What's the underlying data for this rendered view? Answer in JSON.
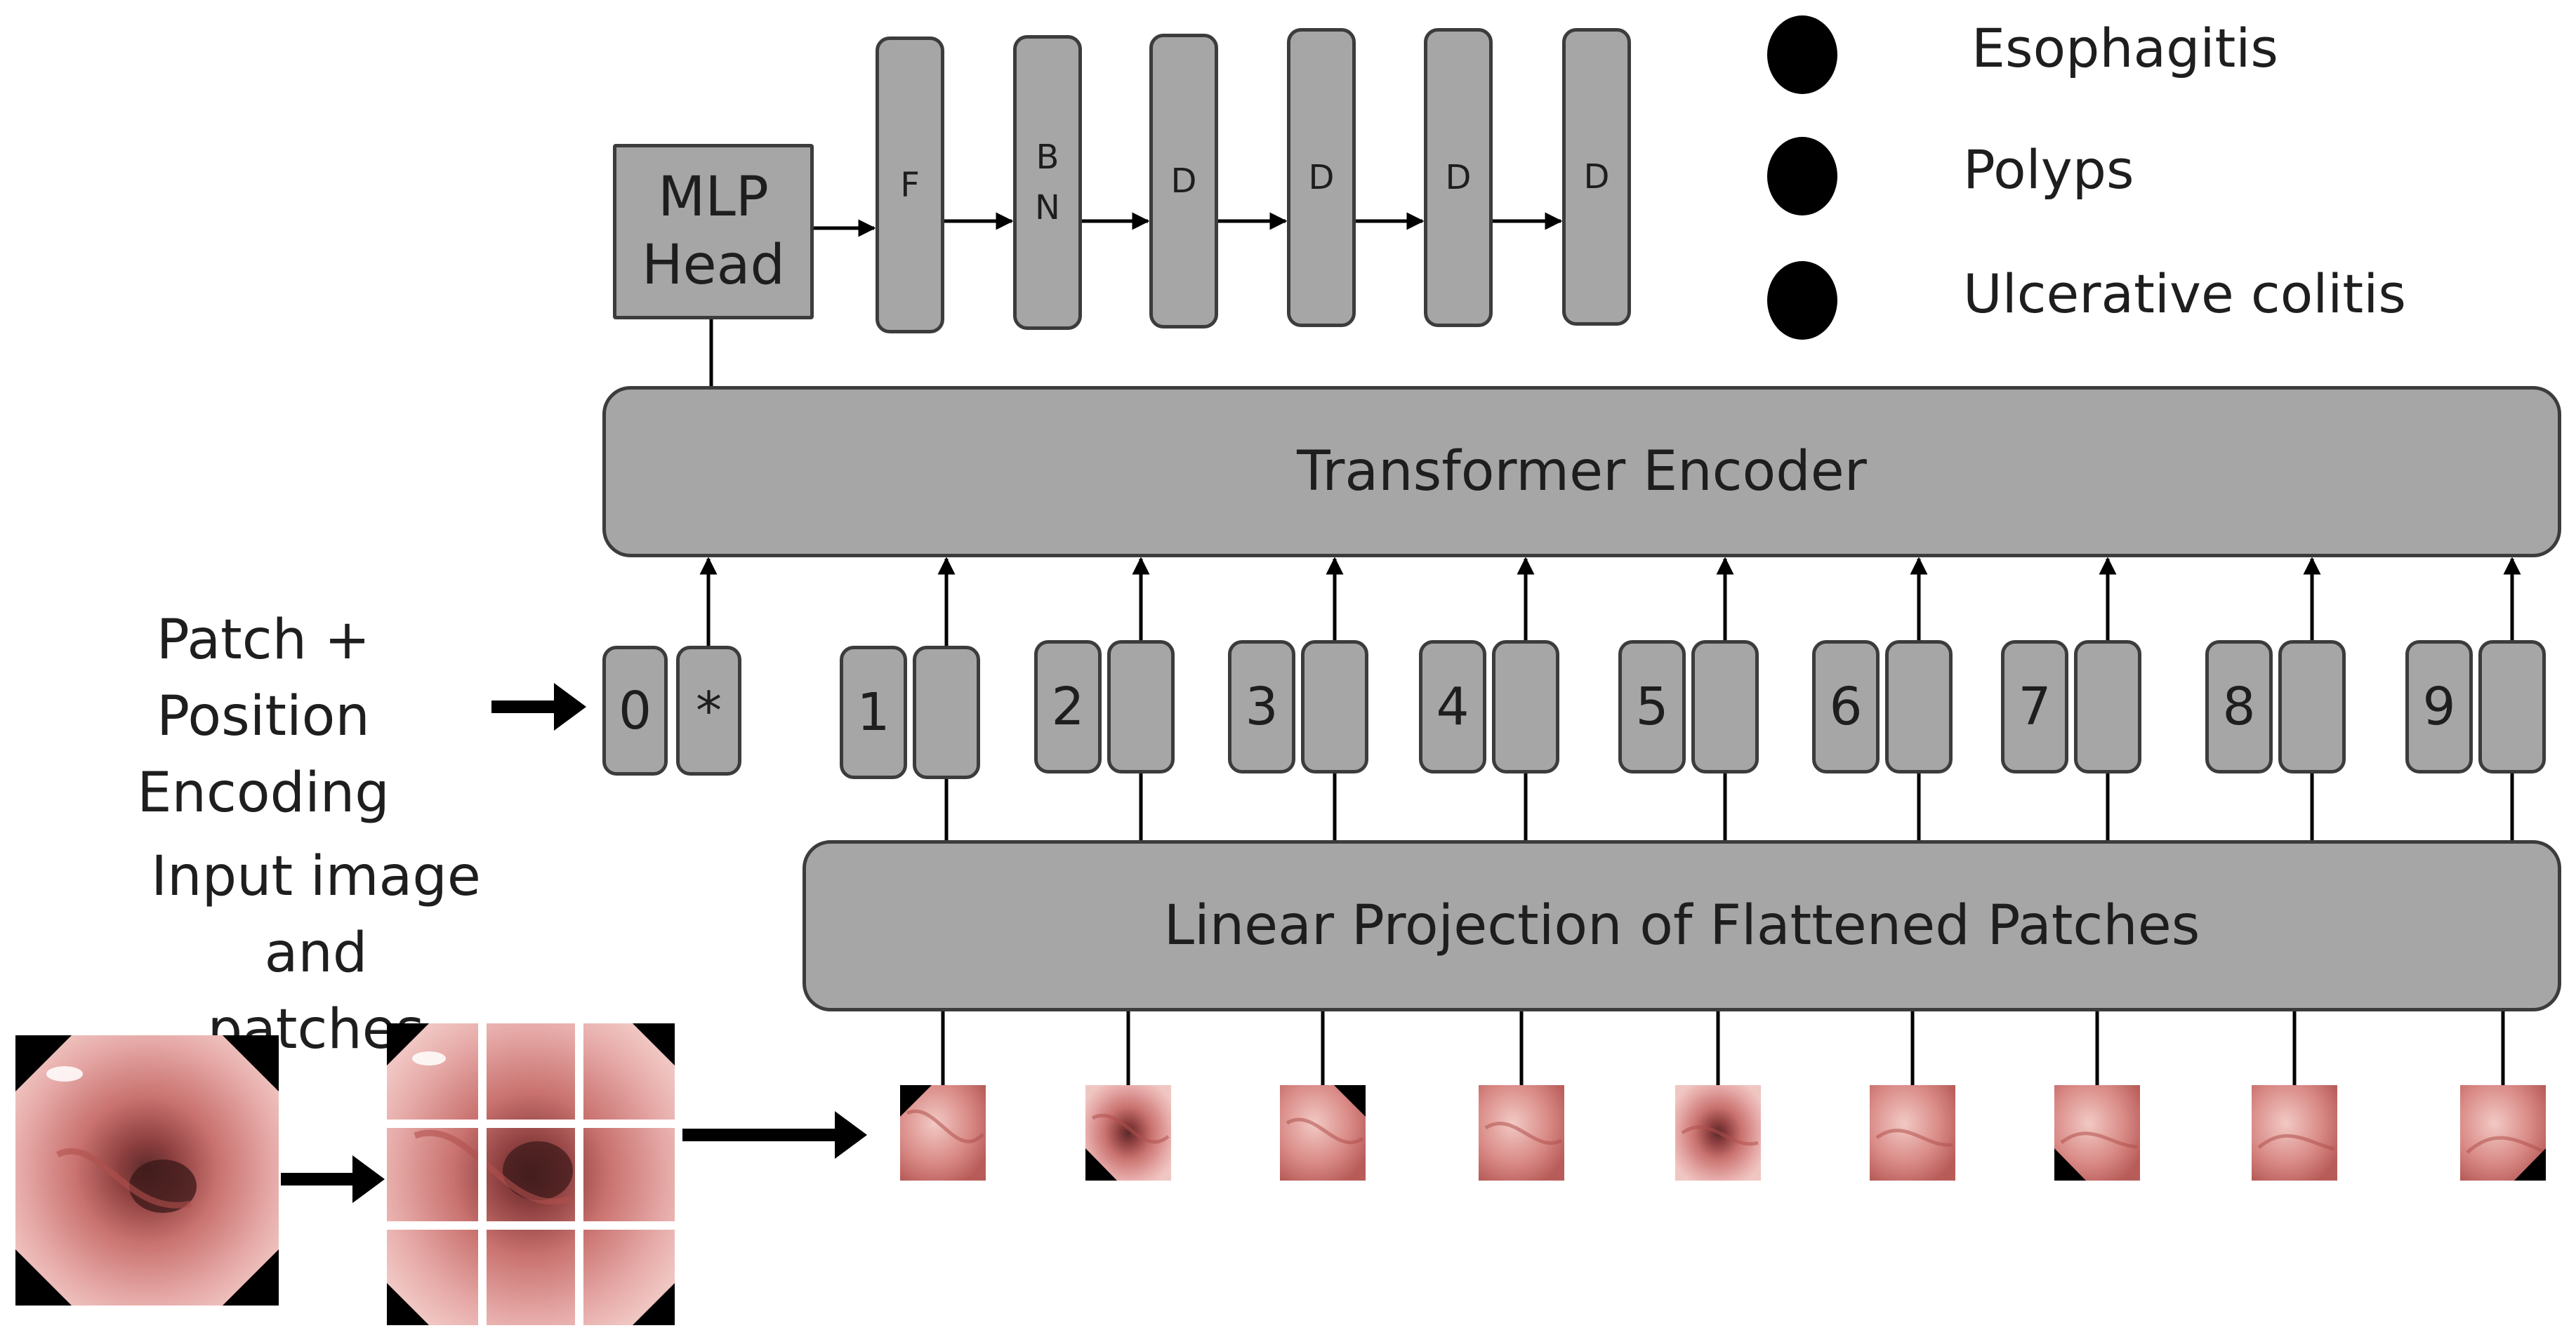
{
  "encoder": {
    "label": "Transformer Encoder"
  },
  "projection": {
    "label": "Linear Projection of Flattened Patches"
  },
  "mlp_head": {
    "label_line1": "MLP",
    "label_line2": "Head"
  },
  "head_layers": [
    {
      "line1": "F",
      "line2": ""
    },
    {
      "line1": "B",
      "line2": "N"
    },
    {
      "line1": "D",
      "line2": ""
    },
    {
      "line1": "D",
      "line2": ""
    },
    {
      "line1": "D",
      "line2": ""
    },
    {
      "line1": "D",
      "line2": ""
    }
  ],
  "legend": [
    {
      "label": "Esophagitis"
    },
    {
      "label": "Polyps"
    },
    {
      "label": "Ulcerative colitis"
    }
  ],
  "patch_position": {
    "line1": "Patch + Position",
    "line2": "Encoding"
  },
  "input_image": {
    "line1": "Input image and",
    "line2": "patches"
  },
  "class_token": {
    "position": "0",
    "symbol": "*"
  },
  "tokens": [
    "1",
    "2",
    "3",
    "4",
    "5",
    "6",
    "7",
    "8",
    "9"
  ],
  "colors": {
    "box_fill": "#a6a6a6",
    "box_border": "#3c3c3c",
    "arrow": "#000000",
    "tissue_light": "#e6aaa8",
    "tissue_mid": "#c9726f",
    "tissue_dark": "#5a2a2a"
  }
}
